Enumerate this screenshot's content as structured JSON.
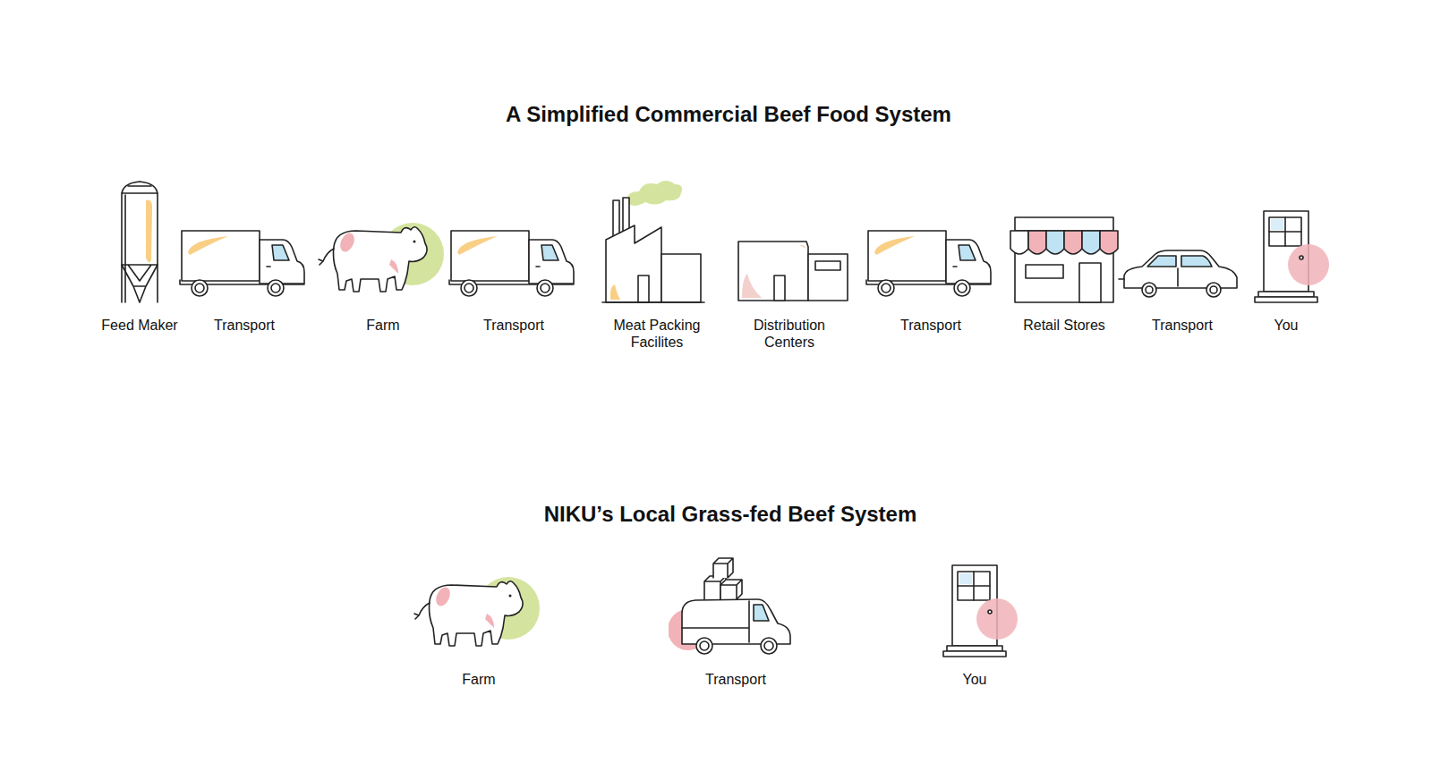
{
  "diagram": {
    "title": "A Simplified Commercial Beef Food System",
    "nodes": [
      {
        "text": [
          "Feed Maker"
        ]
      },
      {
        "text": [
          "Transport"
        ]
      },
      {
        "text": [
          "Farm"
        ]
      },
      {
        "text": [
          "Transport"
        ]
      },
      {
        "text": [
          "Meat Packing Facilites"
        ]
      },
      {
        "text": [
          "Distribution Centers"
        ]
      },
      {
        "text": [
          "Transport"
        ]
      },
      {
        "text": [
          "Retail Stores"
        ]
      },
      {
        "text": [
          "Transport"
        ]
      },
      {
        "text": [
          "You"
        ]
      },
      {
        "text": [
          "Farm"
        ]
      },
      {
        "text": [
          "Transport"
        ]
      },
      {
        "text": [
          "You"
        ]
      }
    ],
    "labels": [
      "NIKU’s Local Grass-fed Beef System"
    ]
  }
}
